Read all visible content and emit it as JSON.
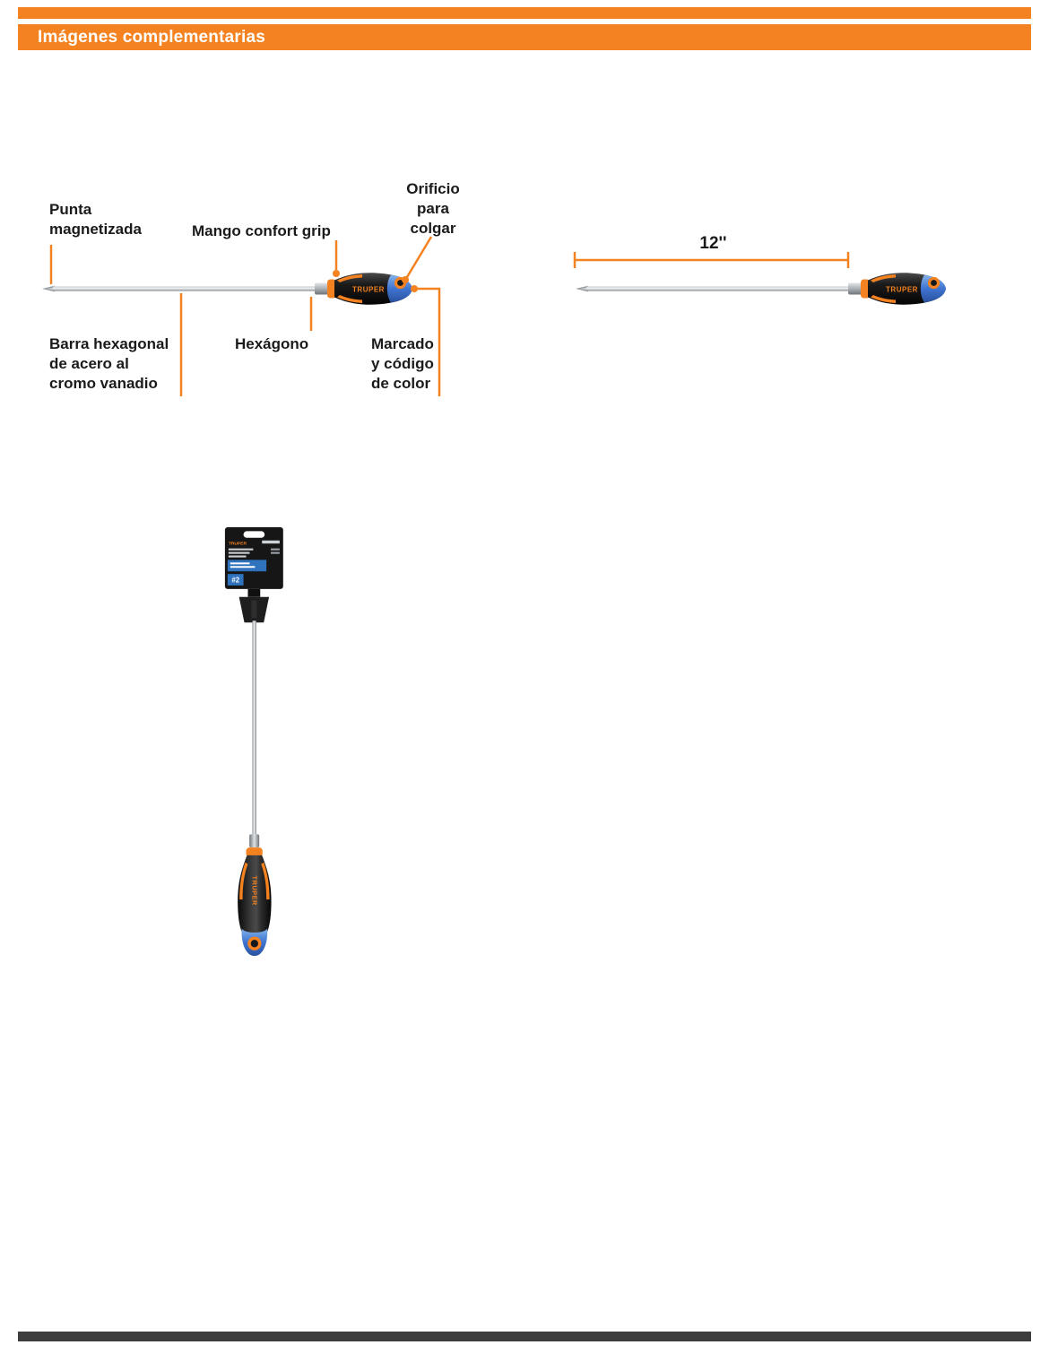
{
  "header": {
    "title": "Imágenes complementarias"
  },
  "brand": {
    "name": "TRUPER"
  },
  "annotations": {
    "punta": "Punta\nmagnetizada",
    "mango": "Mango confort grip",
    "orificio": "Orificio\npara\ncolgar",
    "barra": "Barra hexagonal\nde acero al\ncromo vanadio",
    "hexagono": "Hexágono",
    "marcado": "Marcado\ny código\nde color"
  },
  "dimension": {
    "length": "12''"
  },
  "packaging": {
    "tip_size": "#2"
  },
  "colors": {
    "accent": "#F58220",
    "handle_blue": "#3F74D0",
    "footer_bar": "#3D3D3D"
  }
}
